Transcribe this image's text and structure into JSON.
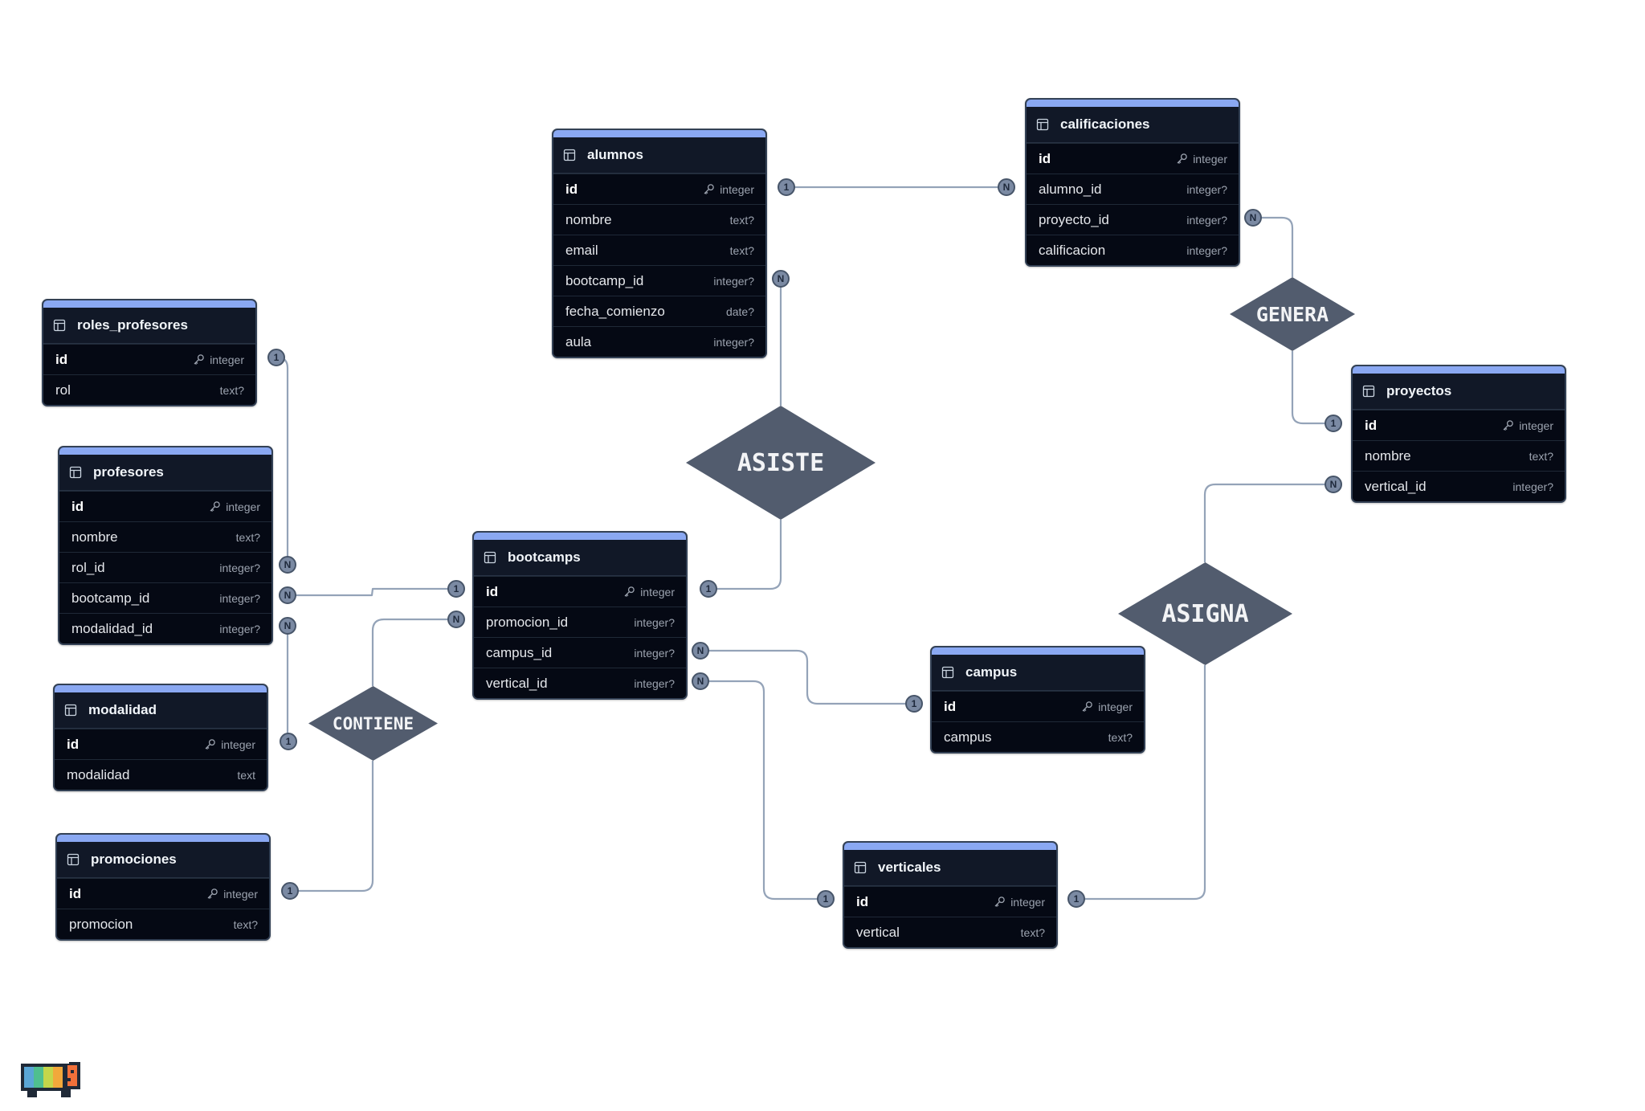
{
  "diagram": {
    "colors": {
      "table_bar": "#8aa8f2",
      "table_bg": "#0b1120",
      "relationship": "#525c6e",
      "edge": "#94a3b8",
      "badge": "#7b8aa3"
    },
    "tables": {
      "alumnos": {
        "name": "alumnos",
        "columns": [
          {
            "name": "id",
            "type": "integer",
            "pk": true
          },
          {
            "name": "nombre",
            "type": "text?"
          },
          {
            "name": "email",
            "type": "text?"
          },
          {
            "name": "bootcamp_id",
            "type": "integer?"
          },
          {
            "name": "fecha_comienzo",
            "type": "date?"
          },
          {
            "name": "aula",
            "type": "integer?"
          }
        ]
      },
      "calificaciones": {
        "name": "calificaciones",
        "columns": [
          {
            "name": "id",
            "type": "integer",
            "pk": true
          },
          {
            "name": "alumno_id",
            "type": "integer?"
          },
          {
            "name": "proyecto_id",
            "type": "integer?"
          },
          {
            "name": "calificacion",
            "type": "integer?"
          }
        ]
      },
      "roles_profesores": {
        "name": "roles_profesores",
        "columns": [
          {
            "name": "id",
            "type": "integer",
            "pk": true
          },
          {
            "name": "rol",
            "type": "text?"
          }
        ]
      },
      "profesores": {
        "name": "profesores",
        "columns": [
          {
            "name": "id",
            "type": "integer",
            "pk": true
          },
          {
            "name": "nombre",
            "type": "text?"
          },
          {
            "name": "rol_id",
            "type": "integer?"
          },
          {
            "name": "bootcamp_id",
            "type": "integer?"
          },
          {
            "name": "modalidad_id",
            "type": "integer?"
          }
        ]
      },
      "modalidad": {
        "name": "modalidad",
        "columns": [
          {
            "name": "id",
            "type": "integer",
            "pk": true
          },
          {
            "name": "modalidad",
            "type": "text"
          }
        ]
      },
      "promociones": {
        "name": "promociones",
        "columns": [
          {
            "name": "id",
            "type": "integer",
            "pk": true
          },
          {
            "name": "promocion",
            "type": "text?"
          }
        ]
      },
      "bootcamps": {
        "name": "bootcamps",
        "columns": [
          {
            "name": "id",
            "type": "integer",
            "pk": true
          },
          {
            "name": "promocion_id",
            "type": "integer?"
          },
          {
            "name": "campus_id",
            "type": "integer?"
          },
          {
            "name": "vertical_id",
            "type": "integer?"
          }
        ]
      },
      "campus": {
        "name": "campus",
        "columns": [
          {
            "name": "id",
            "type": "integer",
            "pk": true
          },
          {
            "name": "campus",
            "type": "text?"
          }
        ]
      },
      "verticales": {
        "name": "verticales",
        "columns": [
          {
            "name": "id",
            "type": "integer",
            "pk": true
          },
          {
            "name": "vertical",
            "type": "text?"
          }
        ]
      },
      "proyectos": {
        "name": "proyectos",
        "columns": [
          {
            "name": "id",
            "type": "integer",
            "pk": true
          },
          {
            "name": "nombre",
            "type": "text?"
          },
          {
            "name": "vertical_id",
            "type": "integer?"
          }
        ]
      }
    },
    "relationships": {
      "asiste": "ASISTE",
      "genera": "GENERA",
      "contiene": "CONTIENE",
      "asigna": "ASIGNA"
    },
    "cardinality": {
      "alumnos_id": "1",
      "calificaciones_alumno_id": "N",
      "alumnos_bootcamp_id": "N",
      "calificaciones_proyecto_id": "N",
      "proyectos_id": "1",
      "proyectos_vertical_id": "N",
      "roles_profesores_id": "1",
      "profesores_rol_id": "N",
      "profesores_bootcamp_id": "N",
      "profesores_modalidad_id": "N",
      "modalidad_id": "1",
      "promociones_id": "1",
      "bootcamps_id_left": "1",
      "bootcamps_promocion_id": "N",
      "bootcamps_id_right": "1",
      "bootcamps_campus_id": "N",
      "bootcamps_vertical_id": "N",
      "campus_id": "1",
      "verticales_id_left": "1",
      "verticales_id_right": "1"
    }
  }
}
